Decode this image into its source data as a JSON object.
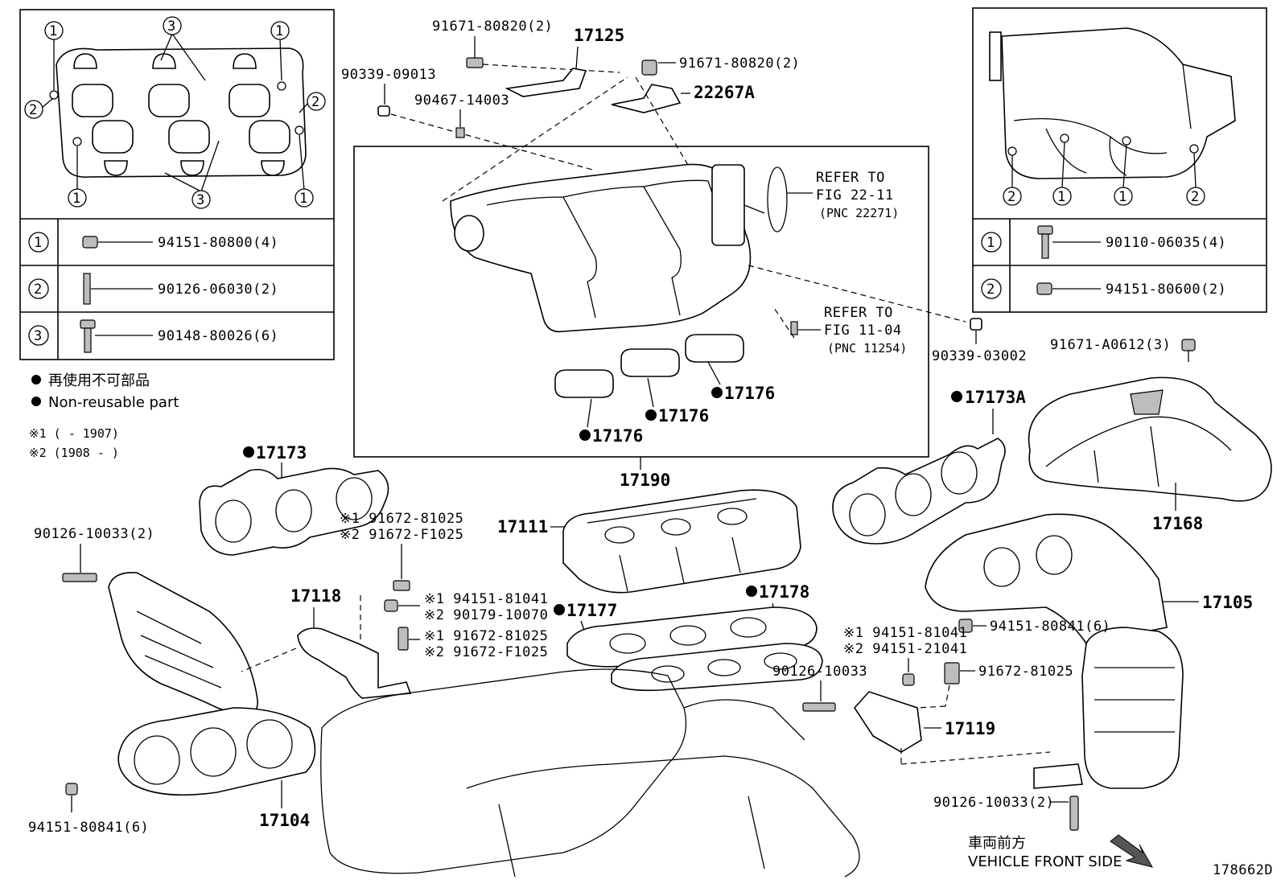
{
  "diagram_id": "178662D",
  "inset_left": {
    "callouts": [
      "1",
      "2",
      "3"
    ],
    "legend": [
      {
        "num": "1",
        "part": "94151-80800(4)",
        "icon": "nut-icon"
      },
      {
        "num": "2",
        "part": "90126-06030(2)",
        "icon": "stud-bolt-icon"
      },
      {
        "num": "3",
        "part": "90148-80026(6)",
        "icon": "bolt-icon"
      }
    ]
  },
  "inset_right": {
    "callouts": [
      "1",
      "2"
    ],
    "legend": [
      {
        "num": "1",
        "part": "90110-06035(4)",
        "icon": "bolt-icon"
      },
      {
        "num": "2",
        "part": "94151-80600(2)",
        "icon": "nut-icon"
      }
    ]
  },
  "notes": {
    "nonreusable_jp": "再使用不可部品",
    "nonreusable_en": "Non-reusable part",
    "note1": "※1 (        - 1907)",
    "note2": "※2 (1908  -        )",
    "front_jp": "車両前方",
    "front_en": "VEHICLE FRONT SIDE"
  },
  "refer": {
    "r1_line1": "REFER TO",
    "r1_line2": "FIG 22-11",
    "r1_line3": "(PNC 22271)",
    "r2_line1": "REFER TO",
    "r2_line2": "FIG 11-04",
    "r2_line3": "(PNC 11254)"
  },
  "labels": {
    "p91671_80820a": "91671-80820(2)",
    "p17125": "17125",
    "p91671_80820b": "91671-80820(2)",
    "p22267A": "22267A",
    "p90339_09013": "90339-09013",
    "p90467_14003": "90467-14003",
    "p90339_03002": "90339-03002",
    "p91671_A0612": "91671-A0612(3)",
    "p17176a": "17176",
    "p17176b": "17176",
    "p17176c": "17176",
    "p17173A": "17173A",
    "p17173": "17173",
    "p17190": "17190",
    "p17168": "17168",
    "p17111": "17111",
    "p90126_10033a": "90126-10033(2)",
    "p91672_81025_n1": "※1 91672-81025",
    "p91672_F1025_n2": "※2 91672-F1025",
    "p94151_81041_n1": "※1 94151-81041",
    "p90179_10070_n2": "※2 90179-10070",
    "p91672_81025b_n1": "※1 91672-81025",
    "p91672_F1025b_n2": "※2 91672-F1025",
    "p17118": "17118",
    "p17177": "17177",
    "p17178": "17178",
    "p17105": "17105",
    "p94151_80841a": "94151-80841(6)",
    "p94151_81041c_n1": "※1 94151-81041",
    "p94151_21041_n2": "※2 94151-21041",
    "p90126_10033b": "90126-10033",
    "p91672_81025c": "91672-81025",
    "p17119": "17119",
    "p90126_10033c": "90126-10033(2)",
    "p94151_80841b": "94151-80841(6)",
    "p17104": "17104"
  }
}
